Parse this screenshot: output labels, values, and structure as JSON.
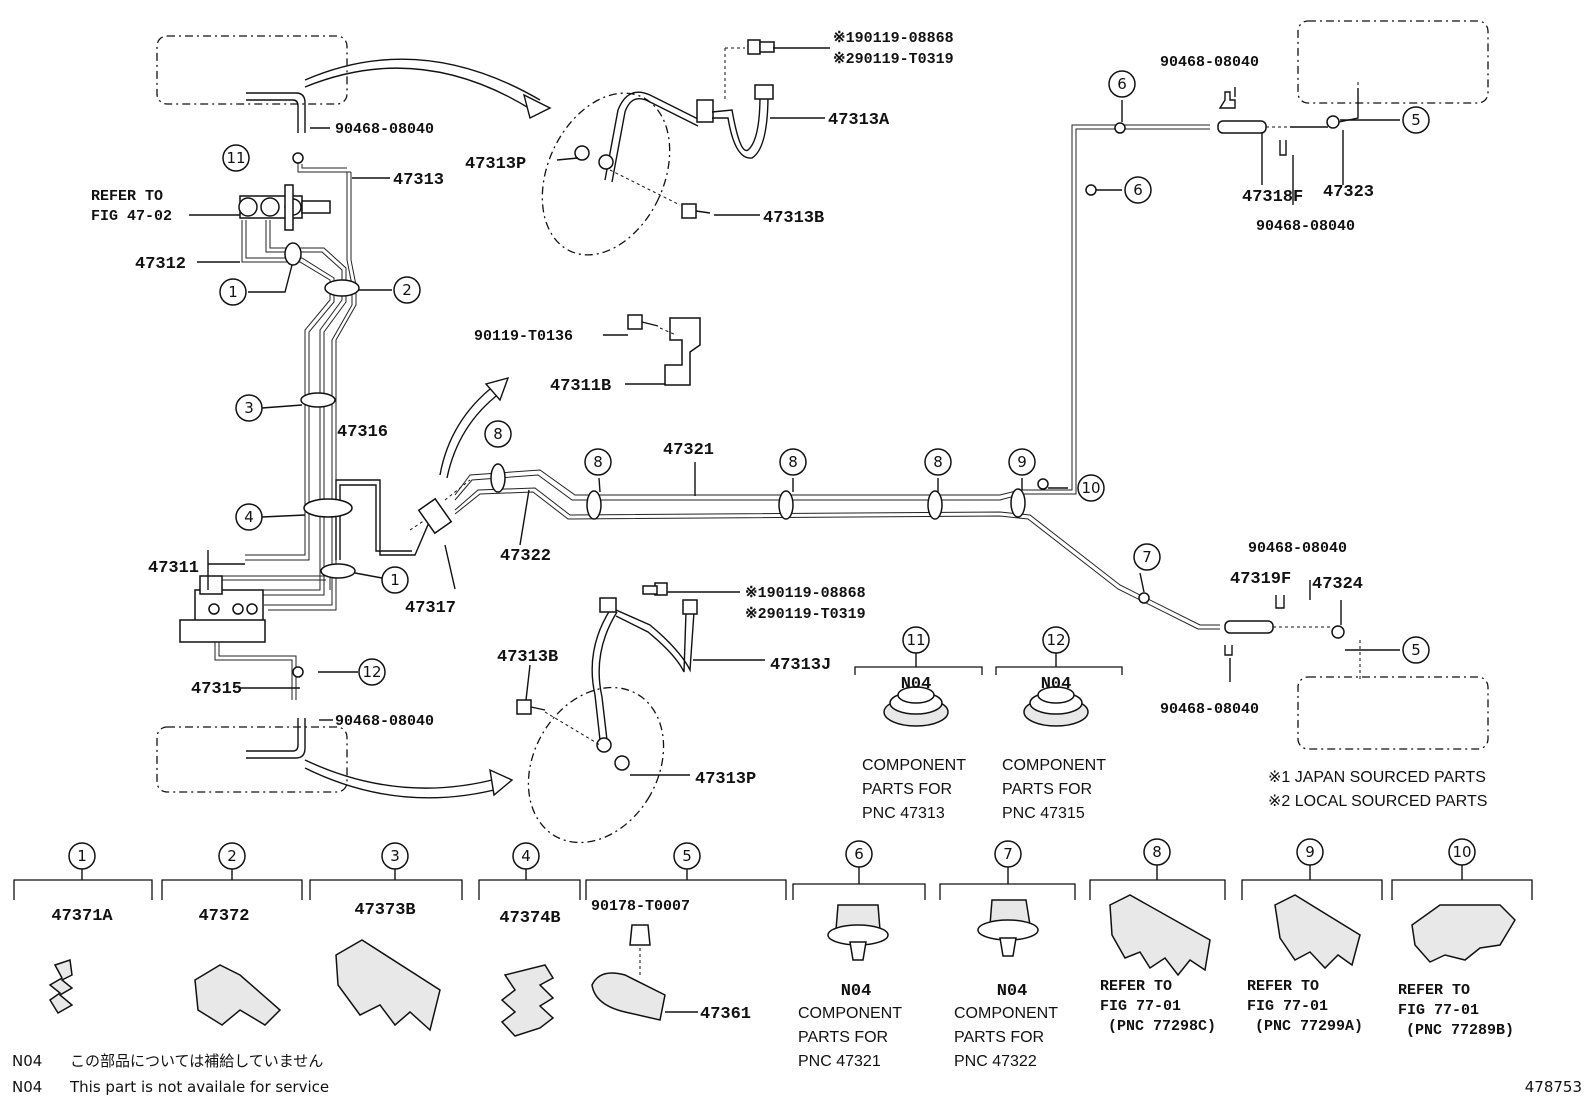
{
  "part_labels": {
    "p90468_08040_a": "90468-08040",
    "p47313": "47313",
    "refer_fig_47_02_line1": "REFER TO",
    "refer_fig_47_02_line2": "FIG 47-02",
    "p47312": "47312",
    "p47313P_top": "47313P",
    "p47313A": "47313A",
    "p47313B_top": "47313B",
    "star1_top": "※190119-08868",
    "star2_top": "※290119-T0319",
    "p90119_T0136": "90119-T0136",
    "p47311B": "47311B",
    "p47316": "47316",
    "p47311": "47311",
    "p47317": "47317",
    "p47322": "47322",
    "p47321": "47321",
    "p47315": "47315",
    "p90468_08040_b": "90468-08040",
    "p47313B_bot": "47313B",
    "p47313J": "47313J",
    "p47313P_bot": "47313P",
    "star1_bot": "※190119-08868",
    "star2_bot": "※290119-T0319",
    "p90468_08040_c": "90468-08040",
    "p47318F": "47318F",
    "p47323": "47323",
    "p90468_08040_d": "90468-08040",
    "p90468_08040_e": "90468-08040",
    "p47319F": "47319F",
    "p47324": "47324",
    "p90468_08040_f": "90468-08040"
  },
  "callouts": [
    "1",
    "2",
    "3",
    "4",
    "5",
    "6",
    "7",
    "8",
    "9",
    "10",
    "11",
    "12"
  ],
  "detail_11": {
    "num": "11",
    "code": "N04",
    "line1": "COMPONENT",
    "line2": "PARTS FOR",
    "line3": "PNC 47313"
  },
  "detail_12": {
    "num": "12",
    "code": "N04",
    "line1": "COMPONENT",
    "line2": "PARTS FOR",
    "line3": "PNC 47315"
  },
  "source_notes": {
    "japan": "※1 JAPAN SOURCED PARTS",
    "local": "※2 LOCAL SOURCED PARTS"
  },
  "legend_items": [
    {
      "num": "1",
      "part": "47371A"
    },
    {
      "num": "2",
      "part": "47372"
    },
    {
      "num": "3",
      "part": "47373B"
    },
    {
      "num": "4",
      "part": "47374B"
    },
    {
      "num": "5",
      "part": "90178-T0007",
      "sub": "47361"
    },
    {
      "num": "6",
      "code": "N04",
      "line1": "COMPONENT",
      "line2": "PARTS FOR",
      "line3": "PNC 47321"
    },
    {
      "num": "7",
      "code": "N04",
      "line1": "COMPONENT",
      "line2": "PARTS FOR",
      "line3": "PNC 47322"
    },
    {
      "num": "8",
      "line1": "REFER TO",
      "line2": "FIG 77-01",
      "line3": "(PNC 77298C)"
    },
    {
      "num": "9",
      "line1": "REFER TO",
      "line2": "FIG 77-01",
      "line3": "(PNC 77299A)"
    },
    {
      "num": "10",
      "line1": "REFER TO",
      "line2": "FIG 77-01",
      "line3": "(PNC 77289B)"
    }
  ],
  "footnotes": [
    {
      "code": "N04",
      "text": "この部品については補給していません"
    },
    {
      "code": "N04",
      "text": "This part is not availale for service"
    }
  ],
  "figure_id": "478753"
}
